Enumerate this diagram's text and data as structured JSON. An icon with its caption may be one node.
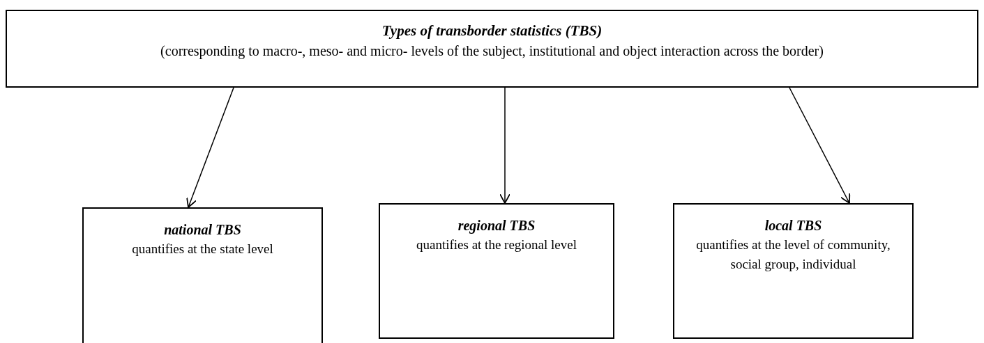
{
  "diagram": {
    "nodes": [
      {
        "text": [
          "Types of transborder statistics (TBS)",
          "(corresponding to macro-, meso- and micro- levels of the subject, institutional and object interaction across the border)"
        ]
      },
      {
        "text": [
          "national TBS",
          "quantifies at the state level"
        ]
      },
      {
        "text": [
          "regional TBS",
          "quantifies at the regional level"
        ]
      },
      {
        "text": [
          "local TBS",
          "quantifies at the level of community, social group, individual"
        ]
      }
    ],
    "edges": [
      {
        "from": 0,
        "to": 1,
        "arrow": "to"
      },
      {
        "from": 0,
        "to": 2,
        "arrow": "to"
      },
      {
        "from": 0,
        "to": 3,
        "arrow": "to"
      }
    ]
  }
}
